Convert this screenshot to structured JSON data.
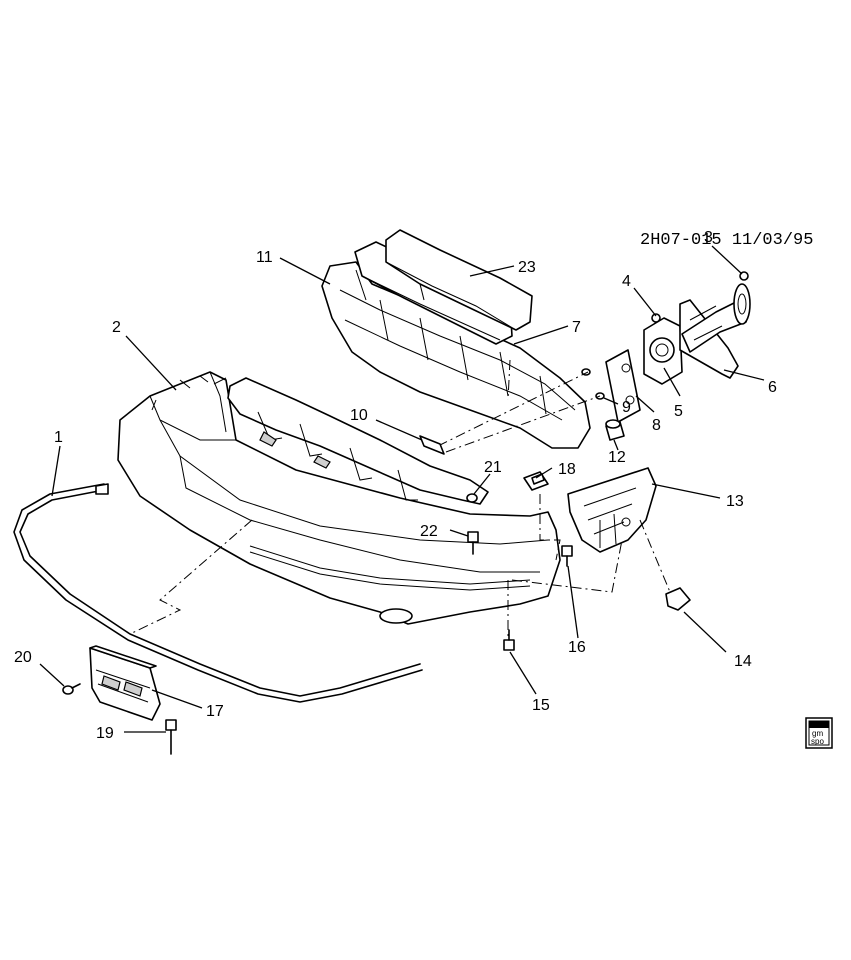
{
  "reference_code": "2H07-015 11/03/95",
  "logo": {
    "line1": "gm",
    "line2": "spo"
  },
  "callouts": [
    "1",
    "2",
    "3",
    "4",
    "5",
    "6",
    "7",
    "8",
    "9",
    "10",
    "11",
    "12",
    "13",
    "14",
    "15",
    "16",
    "17",
    "18",
    "19",
    "20",
    "21",
    "22",
    "23"
  ]
}
